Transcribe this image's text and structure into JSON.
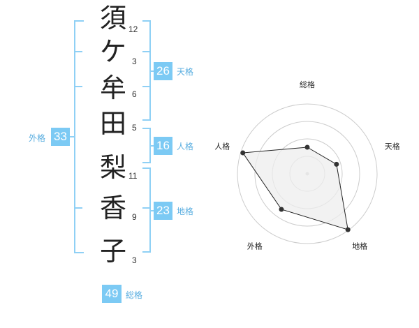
{
  "name": {
    "characters": [
      "須",
      "ケ",
      "牟",
      "田",
      "梨",
      "香",
      "子"
    ],
    "strokes": [
      "12",
      "3",
      "6",
      "5",
      "11",
      "9",
      "3"
    ]
  },
  "scores": {
    "tenkaku": {
      "value": "26",
      "label": "天格"
    },
    "jinkaku": {
      "value": "16",
      "label": "人格"
    },
    "chikaku": {
      "value": "23",
      "label": "地格"
    },
    "gaikaku": {
      "value": "33",
      "label": "外格"
    },
    "soukaku": {
      "value": "49",
      "label": "総格"
    }
  },
  "chart_data": {
    "type": "radar",
    "axes": [
      "総格",
      "天格",
      "地格",
      "外格",
      "人格"
    ],
    "values": [
      0.38,
      0.44,
      0.99,
      0.63,
      0.97
    ],
    "rings": 4
  },
  "colors": {
    "accent": "#7ccaf4",
    "bracket": "#8fd0f5",
    "label": "#5aaee0",
    "radar_fill": "#eeeeee",
    "radar_line": "#222222"
  }
}
